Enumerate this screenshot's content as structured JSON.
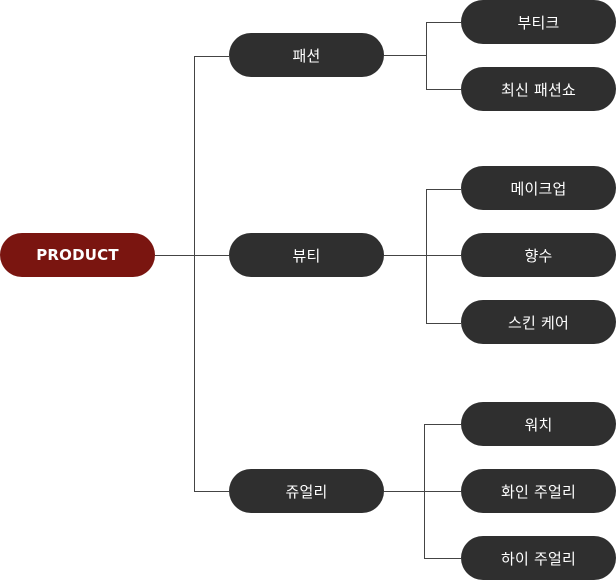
{
  "root": {
    "label": "PRODUCT"
  },
  "categories": [
    {
      "label": "패션",
      "items": [
        "부티크",
        "최신 패션쇼"
      ]
    },
    {
      "label": "뷰티",
      "items": [
        "메이크업",
        "향수",
        "스킨 케어"
      ]
    },
    {
      "label": "쥬얼리",
      "items": [
        "워치",
        "화인 주얼리",
        "하이 주얼리"
      ]
    }
  ],
  "colors": {
    "root": "#7a1510",
    "node": "#2f2f2f",
    "line": "#444444",
    "text": "#ffffff"
  }
}
